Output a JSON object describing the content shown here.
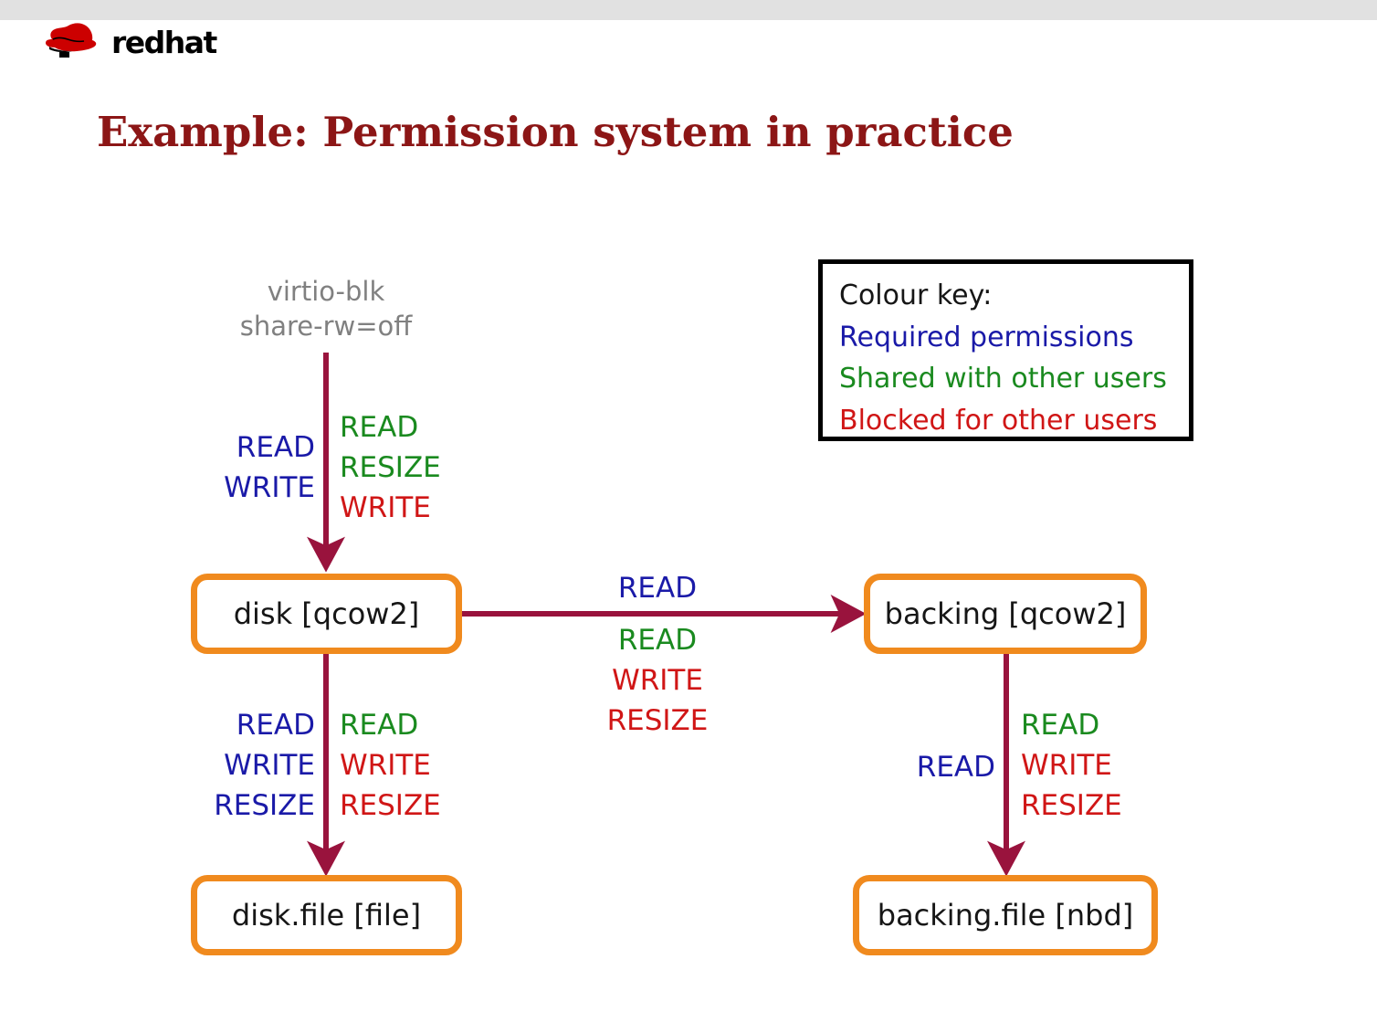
{
  "brand": {
    "logo_name": "redhat-logo",
    "wordmark_bold": "red",
    "wordmark_light": "hat",
    "logo_red": "#cc0000",
    "top_band_color": "#e1e1e1"
  },
  "slide": {
    "title": "Example: Permission system in practice",
    "title_color": "#8c1616"
  },
  "colors": {
    "required": "#1a1aa8",
    "shared": "#1a8a1f",
    "blocked": "#d01616",
    "node_border": "#f08a1e",
    "edge": "#99133d",
    "source_label": "#808080"
  },
  "colour_key": {
    "title": "Colour key:",
    "entries": [
      {
        "label": "Required permissions",
        "color": "#1a1aa8"
      },
      {
        "label": "Shared with other users",
        "color": "#1a8a1f"
      },
      {
        "label": "Blocked for other users",
        "color": "#d01616"
      }
    ]
  },
  "diagram": {
    "type": "graph",
    "source_label": {
      "line1": "virtio-blk",
      "line2": "share-rw=off"
    },
    "nodes": [
      {
        "id": "disk",
        "label": "disk [qcow2]"
      },
      {
        "id": "backing",
        "label": "backing [qcow2]"
      },
      {
        "id": "disk_file",
        "label": "disk.file [file]"
      },
      {
        "id": "backing_file",
        "label": "backing.file [nbd]"
      }
    ],
    "edges": [
      {
        "id": "virtio-to-disk",
        "from": "virtio-blk",
        "to": "disk",
        "direction": "down",
        "required": [
          "READ",
          "WRITE"
        ],
        "shared": [
          "READ",
          "RESIZE"
        ],
        "blocked": [
          "WRITE"
        ]
      },
      {
        "id": "disk-to-backing",
        "from": "disk",
        "to": "backing",
        "direction": "right",
        "required": [
          "READ"
        ],
        "shared": [
          "READ"
        ],
        "blocked": [
          "WRITE",
          "RESIZE"
        ]
      },
      {
        "id": "disk-to-diskfile",
        "from": "disk",
        "to": "disk_file",
        "direction": "down",
        "required": [
          "READ",
          "WRITE",
          "RESIZE"
        ],
        "shared": [
          "READ"
        ],
        "blocked": [
          "WRITE",
          "RESIZE"
        ]
      },
      {
        "id": "backing-to-backingfile",
        "from": "backing",
        "to": "backing_file",
        "direction": "down",
        "required": [
          "READ"
        ],
        "shared": [
          "READ"
        ],
        "blocked": [
          "WRITE",
          "RESIZE"
        ]
      }
    ]
  },
  "labels": {
    "edge1_left": {
      "l1": "READ",
      "l2": "WRITE"
    },
    "edge1_right": {
      "l1": "READ",
      "l2": "RESIZE",
      "l3": "WRITE"
    },
    "edge2_above": {
      "l1": "READ"
    },
    "edge2_below": {
      "l1": "READ",
      "l2": "WRITE",
      "l3": "RESIZE"
    },
    "edge3_left": {
      "l1": "READ",
      "l2": "WRITE",
      "l3": "RESIZE"
    },
    "edge3_right": {
      "l1": "READ",
      "l2": "WRITE",
      "l3": "RESIZE"
    },
    "edge4_left": {
      "l1": "READ"
    },
    "edge4_right": {
      "l1": "READ",
      "l2": "WRITE",
      "l3": "RESIZE"
    }
  }
}
